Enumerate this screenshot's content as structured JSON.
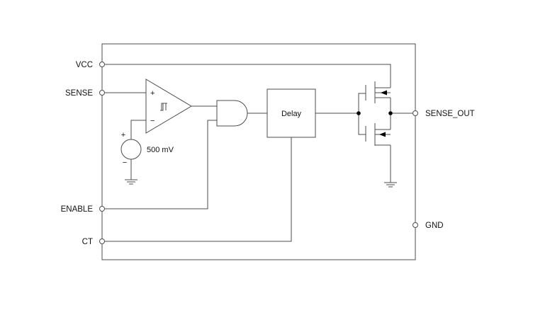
{
  "pins": {
    "vcc": "VCC",
    "sense": "SENSE",
    "enable": "ENABLE",
    "ct": "CT",
    "sense_out": "SENSE_OUT",
    "gnd": "GND"
  },
  "delay_block": {
    "label": "Delay"
  },
  "reference": {
    "voltage": "500 mV",
    "plus": "+",
    "minus": "−"
  },
  "comparator": {
    "plus": "+",
    "minus": "−"
  }
}
